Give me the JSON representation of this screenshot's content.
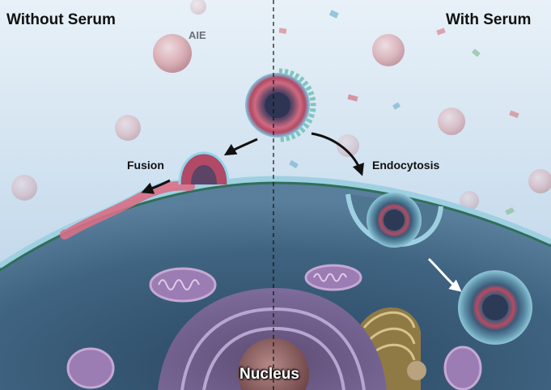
{
  "titles": {
    "left": "Without Serum",
    "right": "With Serum"
  },
  "labels": {
    "aie": "AIE",
    "fusion": "Fusion",
    "endocytosis": "Endocytosis",
    "nucleus": "Nucleus"
  },
  "colors": {
    "sky_top": "#ffffff",
    "sky_bottom": "#b9d2e6",
    "cytoplasm": "#3d5f7a",
    "membrane_outer": "#6cb0c9",
    "membrane_inner": "#2d6a55",
    "liposome_shell": "#c9566a",
    "liposome_core": "#7d3b55",
    "mitochondria": "#a983b8",
    "nucleus": "#8a7aa8",
    "nucleolus": "#8a5a5e",
    "golgi": "#b8a060",
    "aie_particle": "#c78f95",
    "arrow": "#111111"
  }
}
